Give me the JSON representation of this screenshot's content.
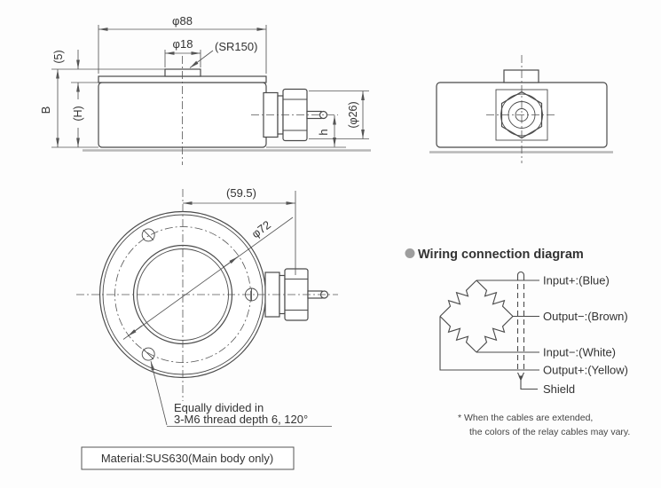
{
  "front_view": {
    "dim_phi88": "φ88",
    "dim_phi18": "φ18",
    "dim_sr150": "(SR150)",
    "dim_boss_height": "(5)",
    "dim_B": "B",
    "dim_H": "(H)",
    "dim_h": "h",
    "dim_phi26": "(φ26)"
  },
  "bottom_view": {
    "dim_59_5": "(59.5)",
    "dim_phi72": "φ72",
    "thread_note_line1": "Equally divided in",
    "thread_note_line2": "3-M6 thread depth 6, 120°"
  },
  "material_box": {
    "label": "Material:SUS630(Main body only)"
  },
  "wiring": {
    "title": "Wiring connection diagram",
    "labels": [
      "Input+:(Blue)",
      "Output−:(Brown)",
      "Input−:(White)",
      "Output+:(Yellow)",
      "Shield"
    ],
    "footnote_line1": "* When the cables are extended,",
    "footnote_line2": "the colors of the relay cables may vary."
  },
  "colors": {
    "line": "#4a4a4a",
    "dimension": "#555555",
    "ground_shadow": "#b8b8b8",
    "bullet": "#9e9e9e",
    "text": "#333333",
    "background": "#fdfdfd"
  }
}
